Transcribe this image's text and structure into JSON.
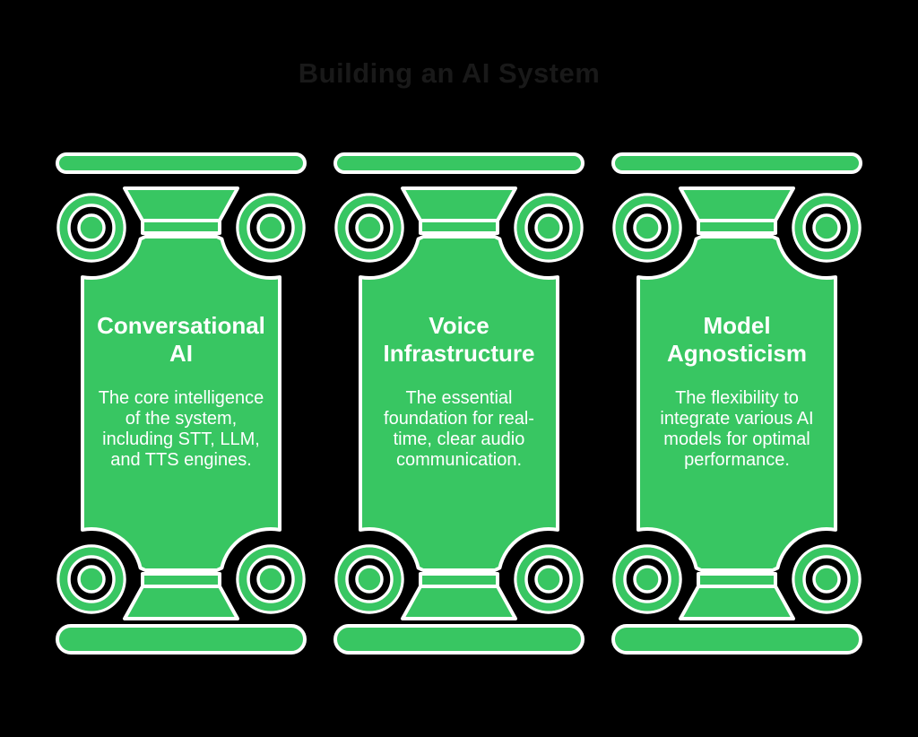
{
  "title": "Building an AI System",
  "colors": {
    "background": "#000000",
    "pillar_green": "#38C662",
    "outline_white": "#FFFFFF",
    "title_text": "#191919",
    "pillar_text": "#FFFFFF"
  },
  "pillars": [
    {
      "heading": "Conversational AI",
      "heading_lines": [
        "Conversational",
        "AI"
      ],
      "body_lines": [
        "The core intelligence",
        "of the system,",
        "including STT, LLM,",
        "and TTS engines."
      ]
    },
    {
      "heading": "Voice Infrastructure",
      "heading_lines": [
        "Voice",
        "Infrastructure"
      ],
      "body_lines": [
        "The essential",
        "foundation for real-",
        "time, clear audio",
        "communication."
      ]
    },
    {
      "heading": "Model Agnosticism",
      "heading_lines": [
        "Model",
        "Agnosticism"
      ],
      "body_lines": [
        "The flexibility to",
        "integrate various AI",
        "models for optimal",
        "performance."
      ]
    }
  ]
}
